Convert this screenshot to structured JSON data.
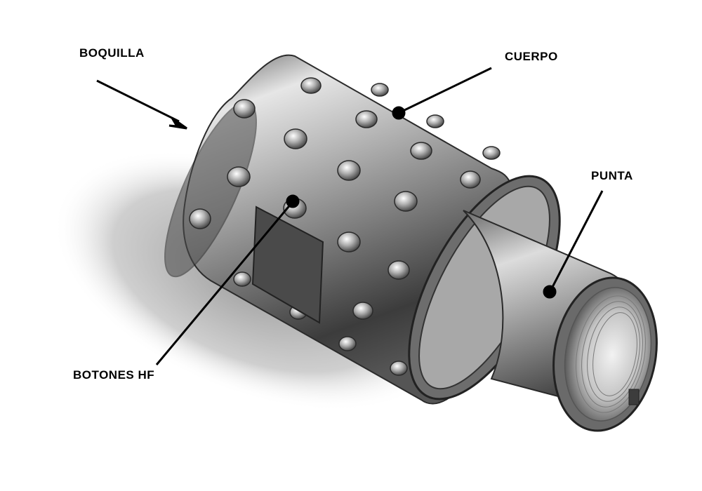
{
  "labels": {
    "boquilla": "BOQUILLA",
    "cuerpo": "CUERPO",
    "punta": "PUNTA",
    "botones": "BOTONES HF"
  },
  "colors": {
    "background": "#ffffff",
    "text": "#000000",
    "metal_light": "#d8d8d8",
    "metal_mid": "#9a9a9a",
    "metal_dark": "#3a3a3a",
    "shadow": "#c8c8c8"
  }
}
